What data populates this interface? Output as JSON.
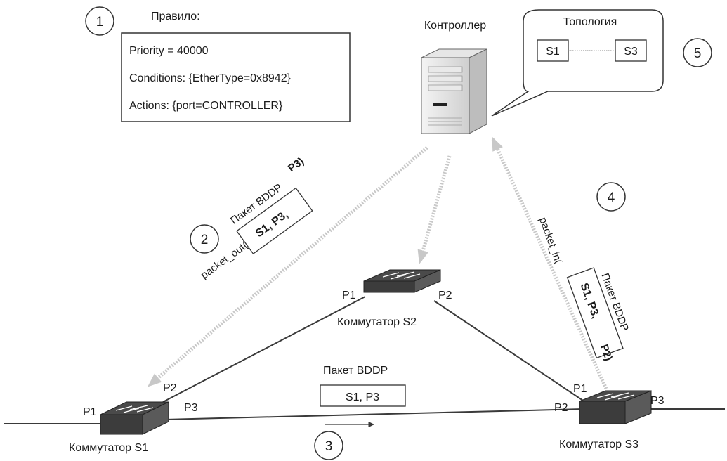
{
  "steps": [
    "1",
    "2",
    "3",
    "4",
    "5"
  ],
  "rule": {
    "title": "Правило:",
    "priority": "Priority = 40000",
    "conditions": "Conditions: {EtherType=0x8942}",
    "actions": "Actions: {port=CONTROLLER}"
  },
  "controller": {
    "label": "Контроллер"
  },
  "topology": {
    "title": "Топология",
    "node_a": "S1",
    "node_b": "S3"
  },
  "switches": {
    "s1": {
      "label": "Коммутатор S1",
      "ports": [
        "P1",
        "P2",
        "P3"
      ]
    },
    "s2": {
      "label": "Коммутатор S2",
      "ports": [
        "P1",
        "P2"
      ]
    },
    "s3": {
      "label": "Коммутатор S3",
      "ports": [
        "P1",
        "P2",
        "P3"
      ]
    }
  },
  "packet_out": {
    "call_open": "packet_out(",
    "packet_title": "Пакет BDDP",
    "packet_content": "S1,  P3,",
    "call_close": "P3)"
  },
  "packet_in": {
    "call_open": "packet_in(",
    "packet_title": "Пакет BDDP",
    "packet_content": "S1,  P3,",
    "call_close": "P2)"
  },
  "link_packet": {
    "title": "Пакет BDDP",
    "content": "S1, P3"
  },
  "colors": {
    "line": "#3a3a3a",
    "switch_top": "#3c3c3c",
    "switch_side": "#5a5a5a",
    "signal": "#c8c8c8"
  }
}
